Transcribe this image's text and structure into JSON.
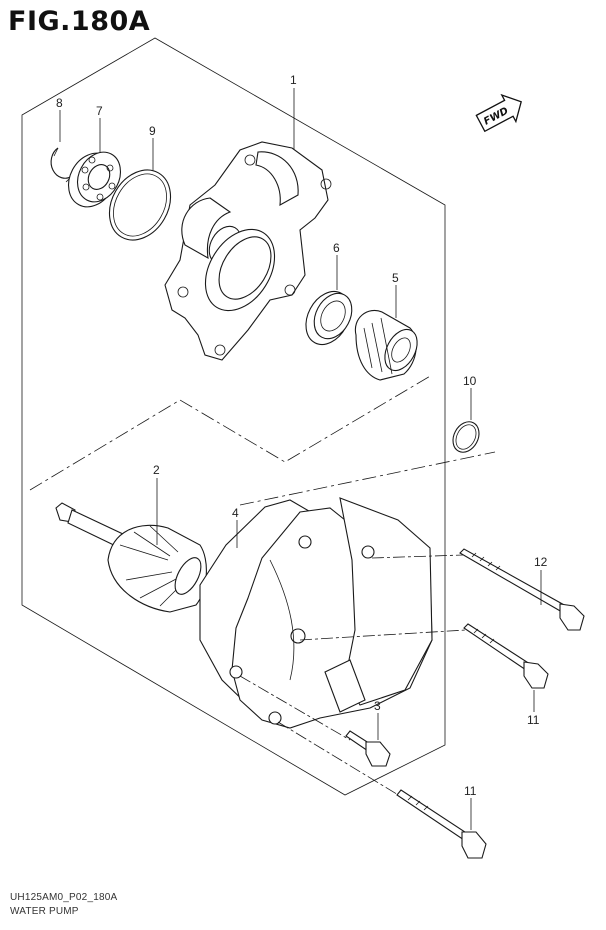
{
  "figure": {
    "title": "FIG.180A"
  },
  "footer": {
    "code": "UH125AM0_P02_180A",
    "name": "WATER PUMP"
  },
  "fwd_badge": {
    "label": "FWD"
  },
  "callouts": {
    "c1": "1",
    "c2": "2",
    "c3": "3",
    "c4": "4",
    "c5": "5",
    "c6": "6",
    "c7": "7",
    "c8": "8",
    "c9": "9",
    "c10": "10",
    "c11a": "11",
    "c11b": "11",
    "c12": "12"
  }
}
